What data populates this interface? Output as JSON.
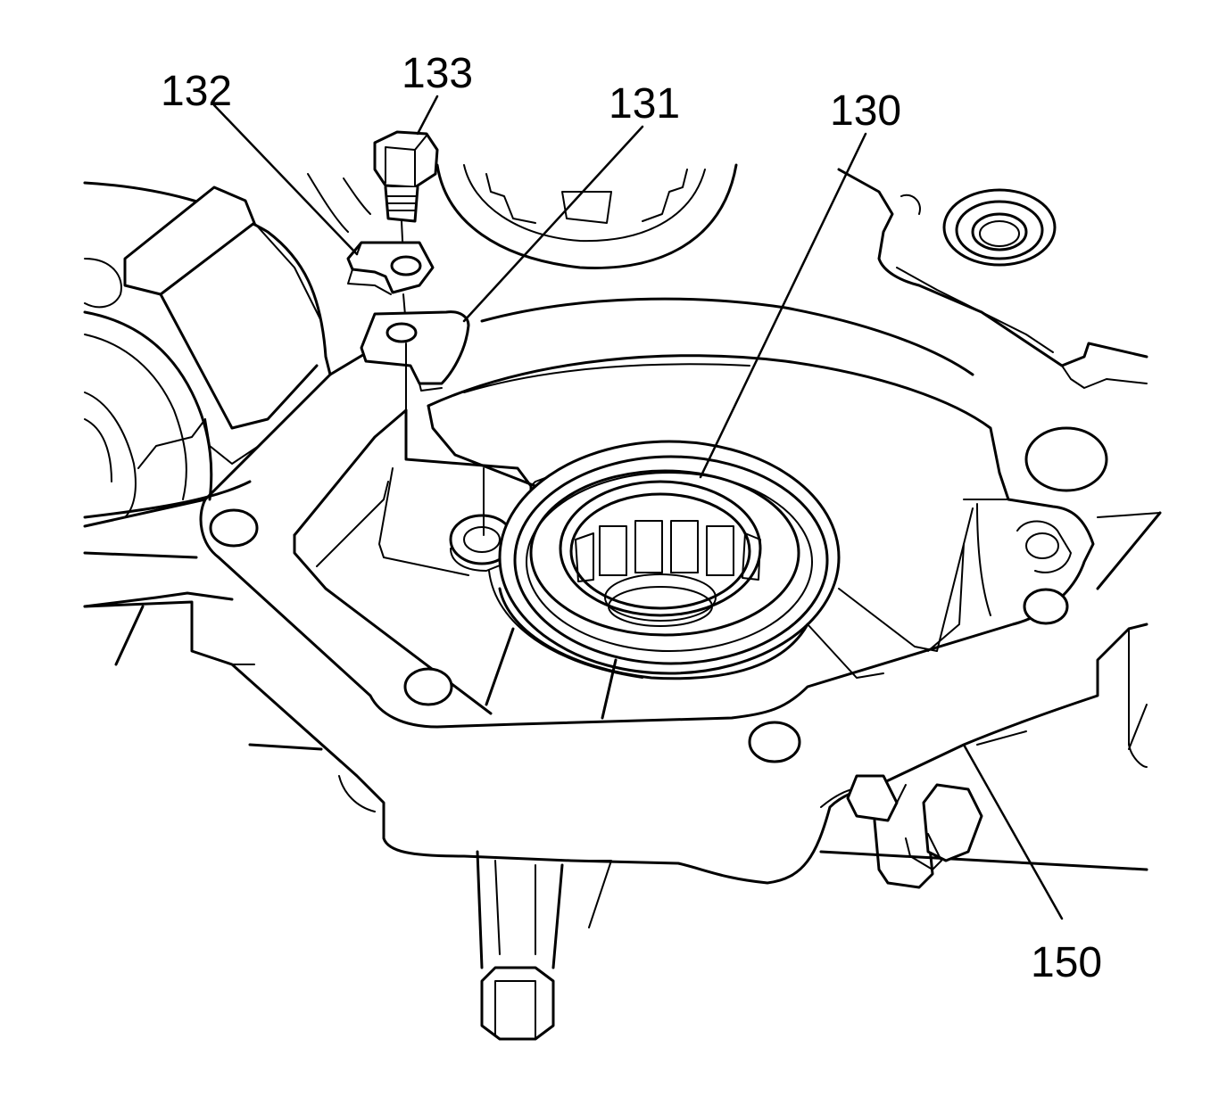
{
  "callouts": [
    {
      "id": "callout-132",
      "label": "132"
    },
    {
      "id": "callout-133",
      "label": "133"
    },
    {
      "id": "callout-131",
      "label": "131"
    },
    {
      "id": "callout-130",
      "label": "130"
    },
    {
      "id": "callout-150",
      "label": "150"
    }
  ],
  "colors": {
    "line": "#000000",
    "background": "#ffffff"
  }
}
